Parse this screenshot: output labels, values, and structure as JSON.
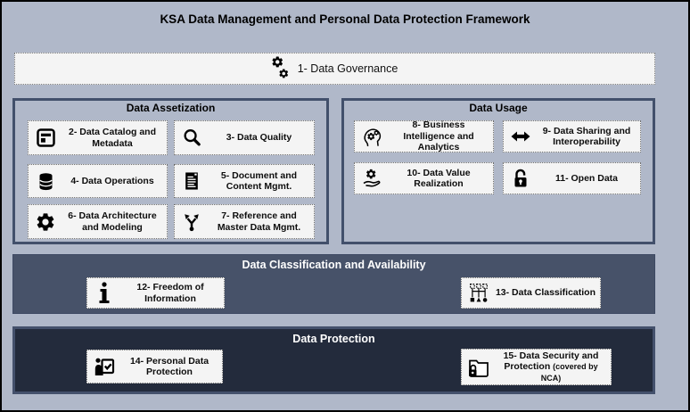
{
  "title": "KSA Data Management and Personal Data Protection Framework",
  "governance": {
    "label": "1- Data Governance",
    "icon": "gears-icon"
  },
  "sections": {
    "assetization": {
      "title": "Data Assetization",
      "items": [
        {
          "label": "2- Data Catalog and Metadata",
          "icon": "data-catalog-icon"
        },
        {
          "label": "3- Data Quality",
          "icon": "magnifier-icon"
        },
        {
          "label": "4- Data Operations",
          "icon": "database-icon"
        },
        {
          "label": "5- Document and Content Mgmt.",
          "icon": "document-icon"
        },
        {
          "label": "6- Data Architecture and Modeling",
          "icon": "gear-icon"
        },
        {
          "label": "7- Reference and Master Data Mgmt.",
          "icon": "branch-arrows-icon"
        }
      ]
    },
    "usage": {
      "title": "Data Usage",
      "items": [
        {
          "label": "8- Business Intelligence and Analytics",
          "icon": "head-gears-icon"
        },
        {
          "label": "9- Data Sharing and Interoperability",
          "icon": "double-arrow-icon"
        },
        {
          "label": "10- Data Value Realization",
          "icon": "hand-gear-icon"
        },
        {
          "label": "11- Open Data",
          "icon": "open-padlock-icon"
        }
      ]
    },
    "classification": {
      "title": "Data Classification and Availability",
      "items": [
        {
          "label": "12- Freedom of Information",
          "icon": "info-icon"
        },
        {
          "label": "13- Data Classification",
          "icon": "classification-tree-icon"
        }
      ]
    },
    "protection": {
      "title": "Data Protection",
      "items": [
        {
          "label": "14- Personal Data Protection",
          "icon": "person-checklist-icon"
        },
        {
          "label": "15- Data Security and Protection",
          "suffix": "(covered by NCA)",
          "icon": "folder-lock-icon"
        }
      ]
    }
  },
  "colors": {
    "background": "#b0b8c9",
    "section_border": "#42506b",
    "classification_band": "#475269",
    "protection_band": "#232b3c",
    "box_background": "#f4f4f4",
    "band_text": "#ffffff",
    "text": "#000000"
  }
}
